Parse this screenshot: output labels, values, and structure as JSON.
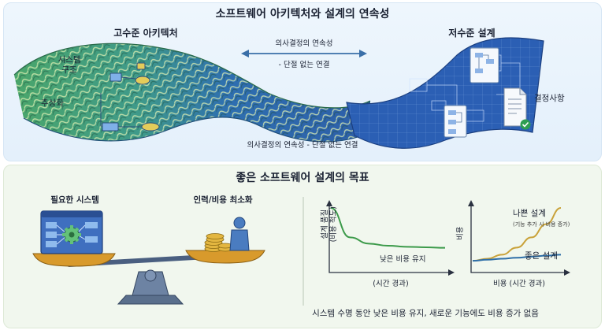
{
  "top": {
    "title": "소프트웨어 아키텍처와 설계의 연속성",
    "high_level_label": "고수준 아키텍처",
    "low_level_label": "저수준 설계",
    "system_structure_label": "시스템\n구조",
    "abstraction_label": "추상화",
    "continuity_label_line1": "의사결정의 연속성",
    "continuity_label_line2": "- 단절 없는 연결",
    "decisions_label": "결정사항",
    "caption": "의사결정의 연속성 - 단절 없는 연결"
  },
  "bottom": {
    "title": "좋은 소프트웨어 설계의 목표",
    "required_system_label": "필요한 시스템",
    "minimize_cost_label": "인력/비용 최소화",
    "chart1": {
      "ylabel_line1": "설계 품질",
      "ylabel_line2": "(비용 척도)",
      "xlabel": "(시간 경과)",
      "series_label": "낮은 비용 유지"
    },
    "chart2": {
      "ylabel": "비용",
      "xlabel": "비용 (시간 경과)",
      "bad_label": "나쁜 설계",
      "bad_sublabel": "(기능 추가 시 비용 증가)",
      "good_label": "좋은 설계"
    },
    "caption": "시스템 수명 동안 낮은 비용 유지, 새로운 기능에도 비용 증가 없음"
  },
  "colors": {
    "braid_green": "#3f9a6a",
    "braid_blue": "#2c5fa8",
    "bad_design": "#c9a23a",
    "good_design": "#2f6fa8",
    "low_cost": "#3c9a4a"
  },
  "icons": [
    "arrow-left-right-icon",
    "gear-icon",
    "coin-stack-icon",
    "person-icon",
    "document-icon",
    "checkmark-icon",
    "balance-scale-icon",
    "ui-window-icon"
  ],
  "chart_data": [
    {
      "type": "line",
      "title": "",
      "xlabel": "(시간 경과)",
      "ylabel": "설계 품질 (비용 척도)",
      "series": [
        {
          "name": "낮은 비용 유지",
          "x": [
            0,
            1,
            2,
            3,
            4,
            5,
            6
          ],
          "y": [
            6,
            3.2,
            2.6,
            2.4,
            2.3,
            2.25,
            2.2
          ]
        }
      ],
      "grid": false
    },
    {
      "type": "line",
      "title": "",
      "xlabel": "비용 (시간 경과)",
      "ylabel": "비용",
      "series": [
        {
          "name": "나쁜 설계",
          "x": [
            0,
            1,
            2,
            3,
            4,
            5,
            6
          ],
          "y": [
            1,
            1.2,
            1.6,
            2.3,
            3.3,
            4.6,
            6.2
          ]
        },
        {
          "name": "좋은 설계",
          "x": [
            0,
            1,
            2,
            3,
            4,
            5,
            6
          ],
          "y": [
            1,
            1.1,
            1.2,
            1.3,
            1.4,
            1.5,
            1.6
          ]
        }
      ],
      "grid": false
    }
  ]
}
